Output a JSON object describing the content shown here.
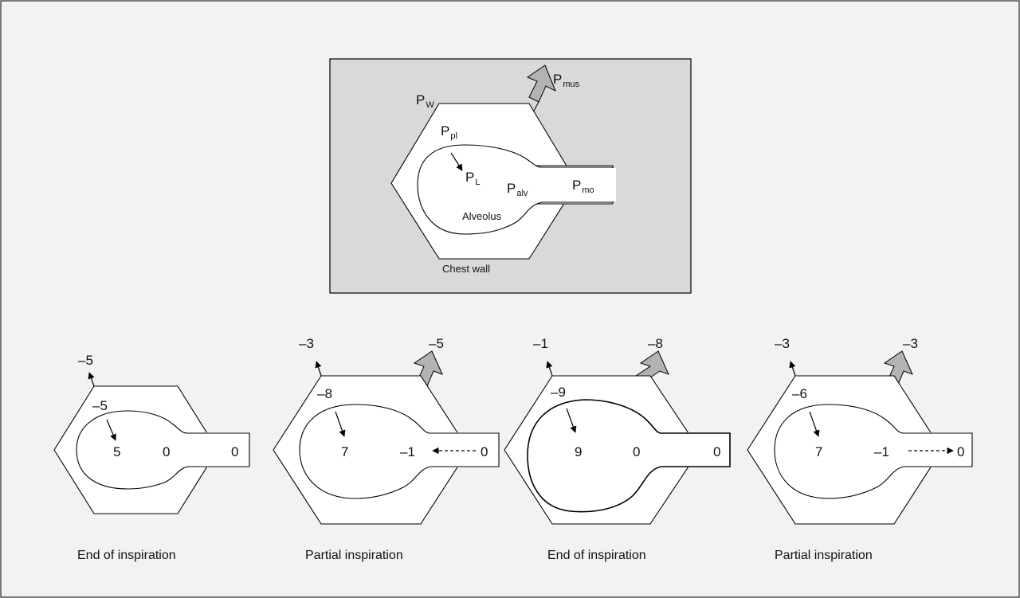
{
  "schematic": {
    "labels": {
      "pw": "P",
      "pw_sub": "W",
      "pmus": "P",
      "pmus_sub": "mus",
      "ppl": "P",
      "ppl_sub": "pl",
      "pl": "P",
      "pl_sub": "L",
      "palv": "P",
      "palv_sub": "alv",
      "pmo": "P",
      "pmo_sub": "mo",
      "alveolus": "Alveolus",
      "chest_wall": "Chest wall"
    }
  },
  "panels": [
    {
      "pw": "–5",
      "pmus": "",
      "ppl": "–5",
      "pl": "5",
      "palv": "0",
      "pmo": "0",
      "flow": "none",
      "caption": "End of inspiration"
    },
    {
      "pw": "–3",
      "pmus": "–5",
      "ppl": "–8",
      "pl": "7",
      "palv": "–1",
      "pmo": "0",
      "flow": "in",
      "caption": "Partial inspiration"
    },
    {
      "pw": "–1",
      "pmus": "–8",
      "ppl": "–9",
      "pl": "9",
      "palv": "0",
      "pmo": "0",
      "flow": "none",
      "caption": "End of inspiration"
    },
    {
      "pw": "–3",
      "pmus": "–3",
      "ppl": "–6",
      "pl": "7",
      "palv": "–1",
      "pmo": "0",
      "flow": "out",
      "caption": "Partial inspiration"
    }
  ]
}
